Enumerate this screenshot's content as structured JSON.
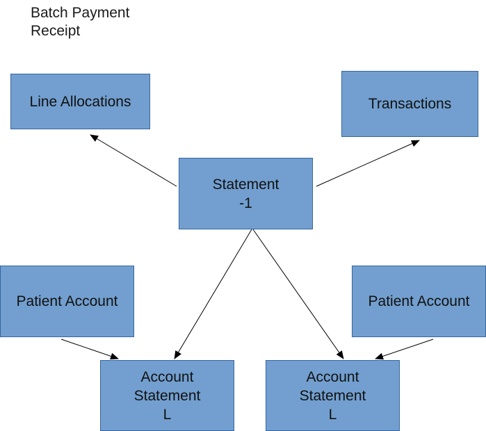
{
  "diagram": {
    "title": "Batch Payment\nReceipt",
    "nodes": {
      "line_allocations": "Line Allocations",
      "transactions": "Transactions",
      "statement": "Statement\n-1",
      "patient_account_left": "Patient Account",
      "patient_account_right": "Patient Account",
      "account_statement_left": "Account\nStatement\nL",
      "account_statement_right": "Account\nStatement\nL"
    },
    "edges": [
      {
        "from": "statement",
        "to": "line_allocations"
      },
      {
        "from": "statement",
        "to": "transactions"
      },
      {
        "from": "statement",
        "to": "account_statement_left"
      },
      {
        "from": "statement",
        "to": "account_statement_right"
      },
      {
        "from": "patient_account_left",
        "to": "account_statement_left"
      },
      {
        "from": "patient_account_right",
        "to": "account_statement_right"
      }
    ],
    "colors": {
      "box_fill": "#729fcf",
      "box_border": "#3465a4",
      "line": "#000000"
    }
  }
}
